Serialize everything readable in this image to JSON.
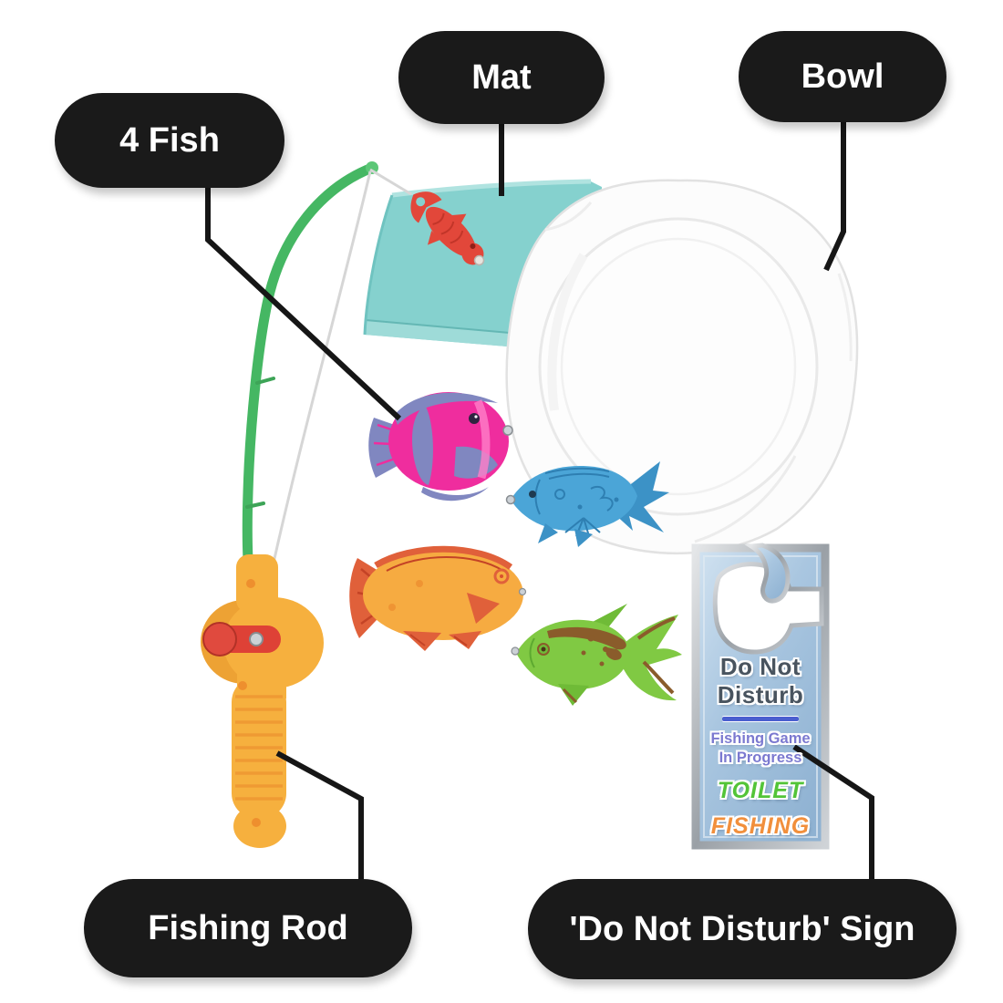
{
  "callouts": {
    "fish": {
      "label": "4 Fish"
    },
    "mat": {
      "label": "Mat"
    },
    "bowl": {
      "label": "Bowl"
    },
    "rod": {
      "label": "Fishing Rod"
    },
    "sign": {
      "label": "'Do Not Disturb' Sign"
    }
  },
  "sign": {
    "title_line1": "Do Not",
    "title_line2": "Disturb",
    "subtitle_line1": "Fishing Game",
    "subtitle_line2": "In Progress",
    "brand_word1": "TOILET",
    "brand_word2": "FISHING"
  },
  "colors": {
    "callout_bg": "#1a1a1a",
    "callout_text": "#ffffff",
    "connector": "#161616",
    "mat_teal": "#85d1ce",
    "rod_green": "#45b763",
    "handle_yellow": "#f6b03e",
    "crank_red": "#de4136",
    "fish_red": "#e2473a",
    "fish_pink": "#ef2d9e",
    "fish_pink_fin": "#8087c0",
    "fish_blue": "#4ba5d7",
    "fish_orange": "#f6ab41",
    "fish_orange_fin": "#e0603a",
    "fish_green": "#80c943",
    "fish_green_marking": "#8a5c2b",
    "sign_blue": "#a9c6e0",
    "sign_silver": "#9aa0a6",
    "sign_title_text": "#49545f",
    "sign_subtitle_text": "#7b79d0",
    "sign_brand_green": "#53c438",
    "sign_brand_orange": "#f18f3c",
    "sign_divider": "#4a5ecf",
    "fishing_line": "#d6d6d6"
  }
}
